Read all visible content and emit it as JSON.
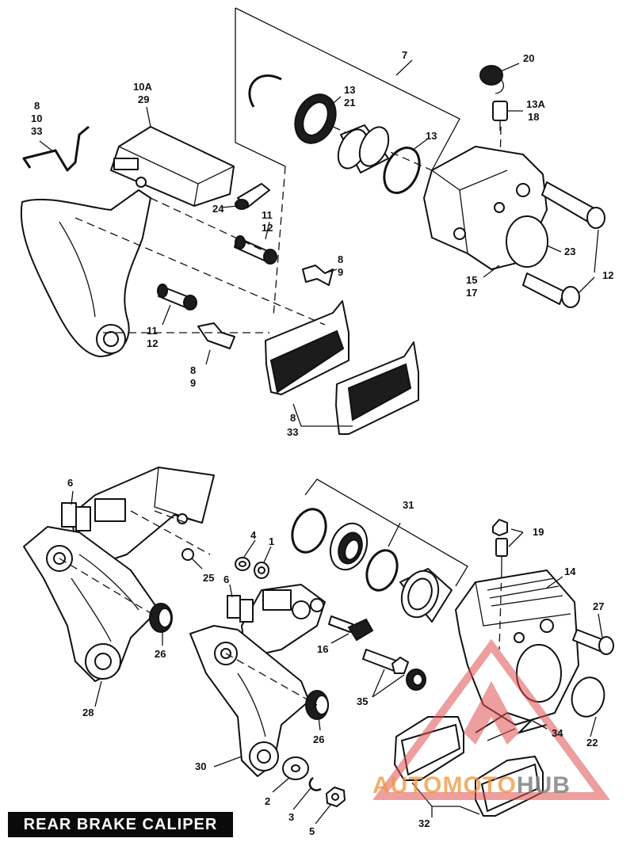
{
  "caption": "REAR BRAKE CALIPER",
  "watermark": {
    "part1": "AUTOMOTO",
    "part2": "HUB"
  },
  "labels": {
    "l1": "1",
    "l2": "2",
    "l3": "3",
    "l4": "4",
    "l5": "5",
    "l6a": "6",
    "l6b": "6",
    "l7": "7",
    "l8a": "8",
    "l8b": "8",
    "l8c": "8",
    "l8d": "8",
    "l9a": "9",
    "l9b": "9",
    "l10": "10",
    "l10a": "10A",
    "l11a": "11",
    "l11b": "11",
    "l12a": "12",
    "l12b": "12",
    "l12c": "12",
    "l13a": "13",
    "l13b": "13",
    "l13c": "13A",
    "l14": "14",
    "l15": "15",
    "l16": "16",
    "l17": "17",
    "l18": "18",
    "l19": "19",
    "l20": "20",
    "l21": "21",
    "l22": "22",
    "l23": "23",
    "l24": "24",
    "l25": "25",
    "l26a": "26",
    "l26b": "26",
    "l27": "27",
    "l28": "28",
    "l29": "29",
    "l30": "30",
    "l31": "31",
    "l32": "32",
    "l33a": "33",
    "l33b": "33",
    "l34": "34",
    "l35": "35"
  },
  "colors": {
    "line": "#111111",
    "background": "#ffffff",
    "caption_bg": "#0a0a0a",
    "watermark_red": "#e05050"
  }
}
